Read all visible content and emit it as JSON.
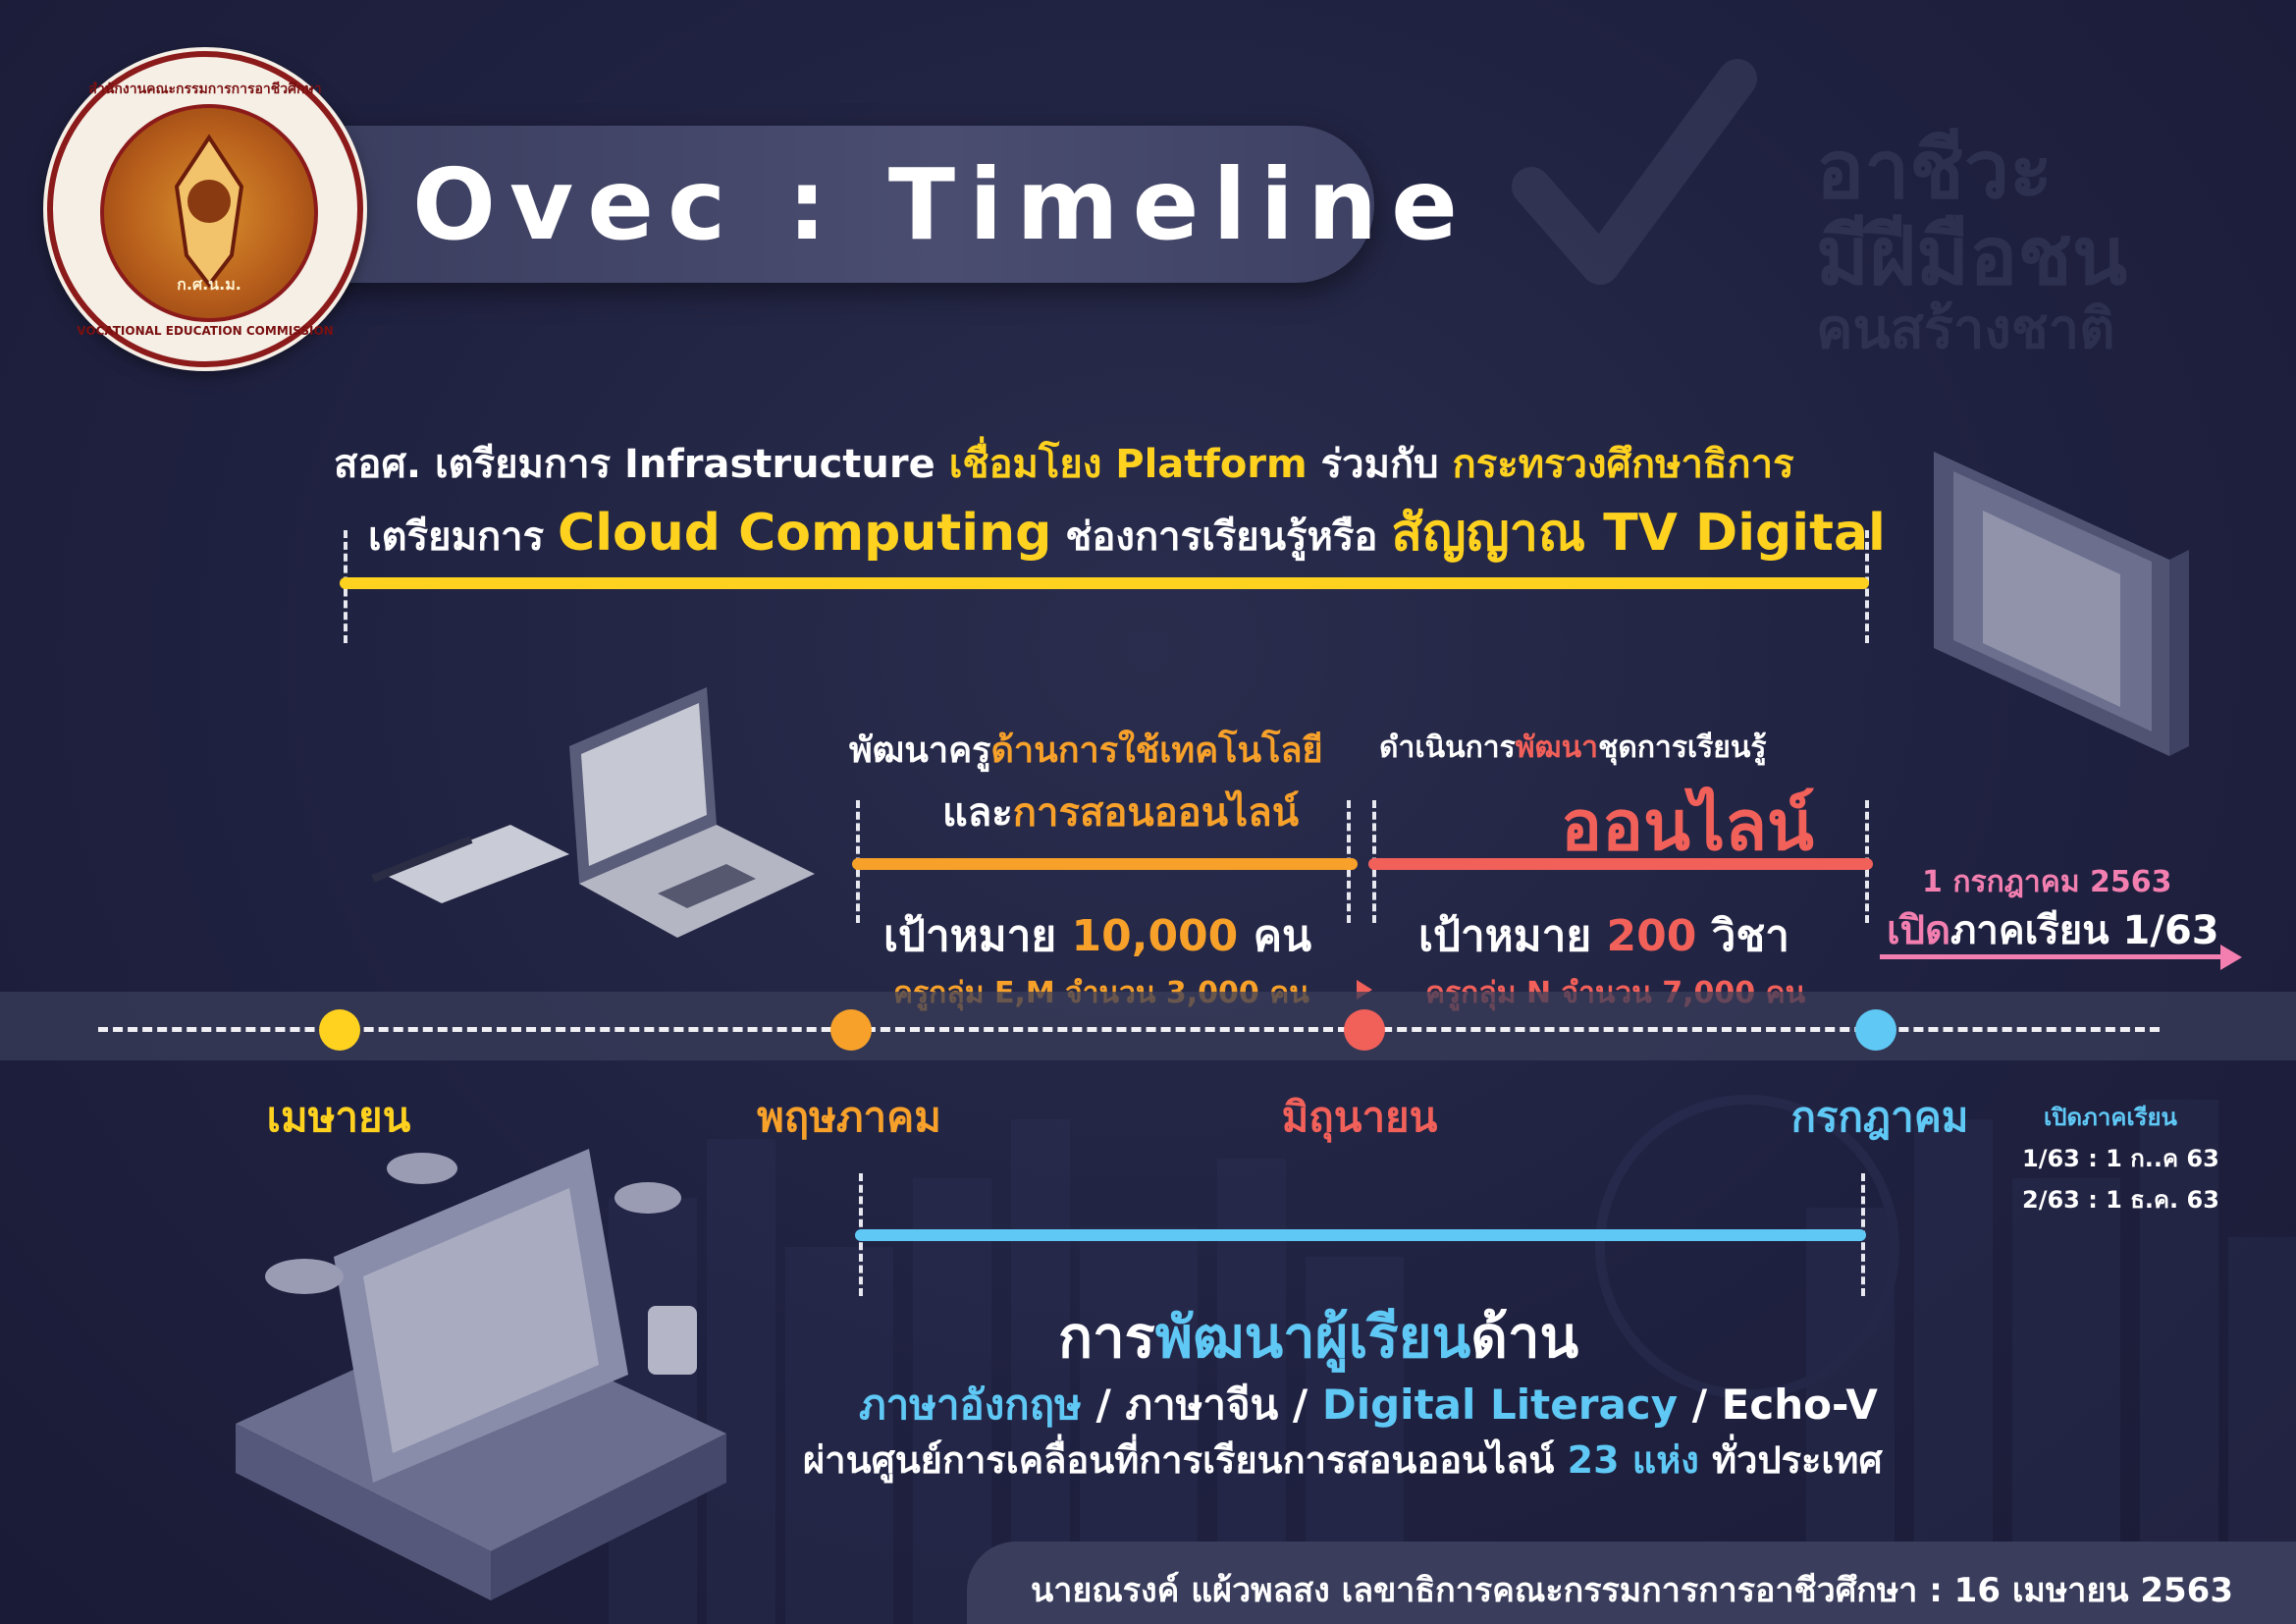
{
  "header": {
    "title": "Ovec : Timeline",
    "seal_text_top": "สำนักงานคณะกรรมการการอาชีวศึกษา",
    "seal_text_bottom": "VOCATIONAL EDUCATION COMMISSION",
    "seal_center": "ก.ศ.น.ม."
  },
  "watermark": {
    "line1": "อาชีวะ",
    "line2": "มีฝีมือชน",
    "line3": "คนสร้างชาติ"
  },
  "infra": {
    "line1_a": "สอศ. เตรียมการ Infrastructure ",
    "line1_b": "เชื่อมโยง Platform",
    "line1_c": " ร่วมกับ ",
    "line1_d": "กระทรวงศึกษาธิการ",
    "line2_a": "เตรียมการ ",
    "line2_b": "Cloud Computing",
    "line2_c": "  ช่องการเรียนรู้หรือ ",
    "line2_d": "สัญญาณ TV Digital"
  },
  "teacher_dev": {
    "line1_a": "พัฒนาครู",
    "line1_b": "ด้านการใช้เทคโนโลยี",
    "line2_a": "และ",
    "line2_b": "การสอนออนไลน์",
    "target_a": "เป้าหมาย ",
    "target_b": "10,000",
    "target_c": " คน",
    "sub": "ครูกลุ่ม E,M จำนวน 3,000 คน"
  },
  "online_dev": {
    "line1_a": "ดำเนินการ",
    "line1_b": "พัฒนา",
    "line1_c": "ชุดการเรียนรู้",
    "line2": "ออนไลน์",
    "target_a": "เป้าหมาย ",
    "target_b": "200",
    "target_c": " วิชา",
    "sub": "ครูกลุ่ม N จำนวน 7,000 คน"
  },
  "semester_open": {
    "date": "1 กรกฎาคม 2563",
    "label_a": "เปิด",
    "label_b": "ภาคเรียน 1/63"
  },
  "months": [
    {
      "label": "เมษายน",
      "color": "#ffd21f"
    },
    {
      "label": "พฤษภาคม",
      "color": "#f7a12a"
    },
    {
      "label": "มิถุนายน",
      "color": "#f2605a"
    },
    {
      "label": "กรกฎาคม",
      "color": "#5fc8f5"
    }
  ],
  "semester_info": {
    "title": "เปิดภาคเรียน",
    "line1": "1/63 : 1 ก..ค 63",
    "line2": "2/63 : 1 ธ.ค. 63"
  },
  "student_dev": {
    "title_a": "การ",
    "title_b": "พัฒนาผู้เรียน",
    "title_c": "ด้าน",
    "sub1_a": "ภาษาอังกฤษ",
    "sub1_b": " / ภาษาจีน / ",
    "sub1_c": "Digital Literacy",
    "sub1_d": " / Echo-V",
    "sub2_a": "ผ่านศูนย์การเคลื่อนที่การเรียนการสอนออนไลน์ ",
    "sub2_b": "23 แห่ง",
    "sub2_c": " ทั่วประเทศ"
  },
  "footer": {
    "text": "นายณรงค์ แผ้วพลสง  เลขาธิการคณะกรรมการการอาชีวศึกษา : 16 เมษายน 2563"
  }
}
